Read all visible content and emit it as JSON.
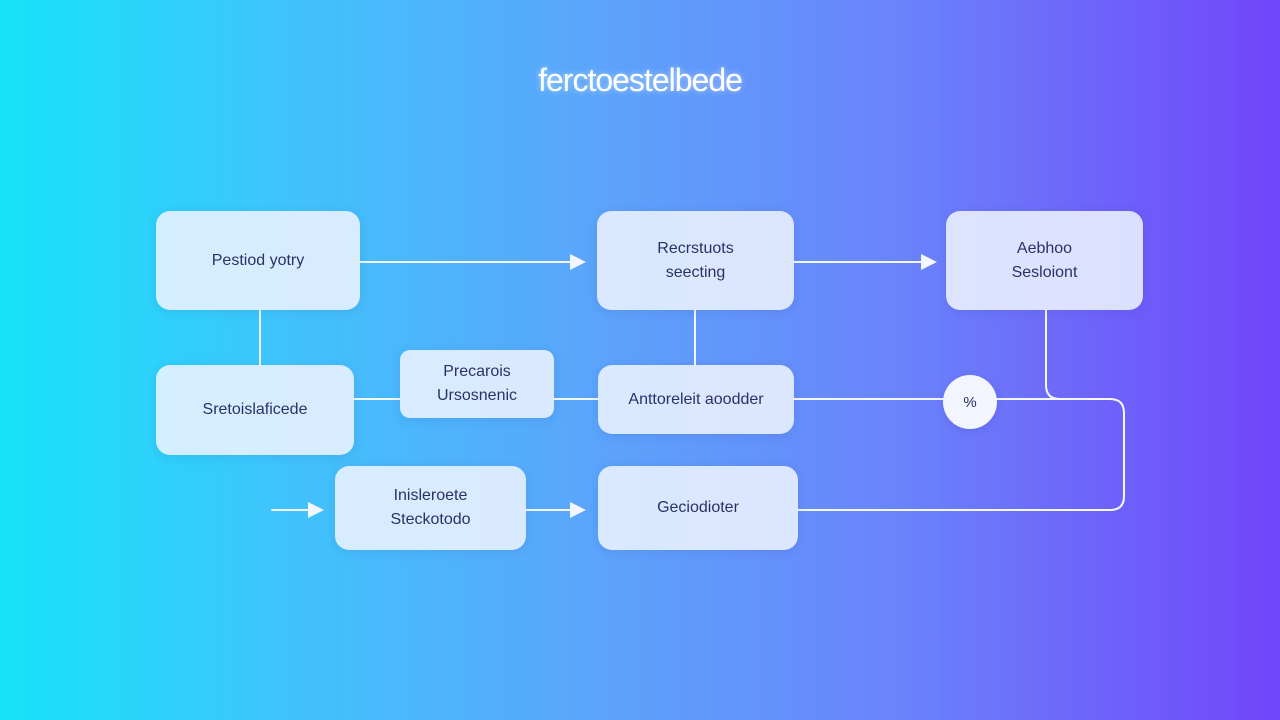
{
  "title": "ferctoestelbede",
  "nodes": {
    "n1": {
      "lines": [
        "Pestiod yotry"
      ]
    },
    "n2": {
      "lines": [
        "Recrstuots",
        "seecting"
      ]
    },
    "n3": {
      "lines": [
        "Aebhoo",
        "Sesloiont"
      ]
    },
    "n4": {
      "lines": [
        "Sretoislaficede"
      ]
    },
    "n5": {
      "lines": [
        "Precarois",
        "Ursosnenic"
      ]
    },
    "n6": {
      "lines": [
        "Anttoreleit aoodder"
      ]
    },
    "n7": {
      "lines": [
        "Inisleroete",
        "Steckotodo"
      ]
    },
    "n8": {
      "lines": [
        "Geciodioter"
      ]
    },
    "badge": "%"
  },
  "colors": {
    "gradient_start": "#17e2f8",
    "gradient_end": "#7146f9",
    "node_fill": "#ecf3ff",
    "edge": "#f4f7ff",
    "text": "#2a3166"
  }
}
